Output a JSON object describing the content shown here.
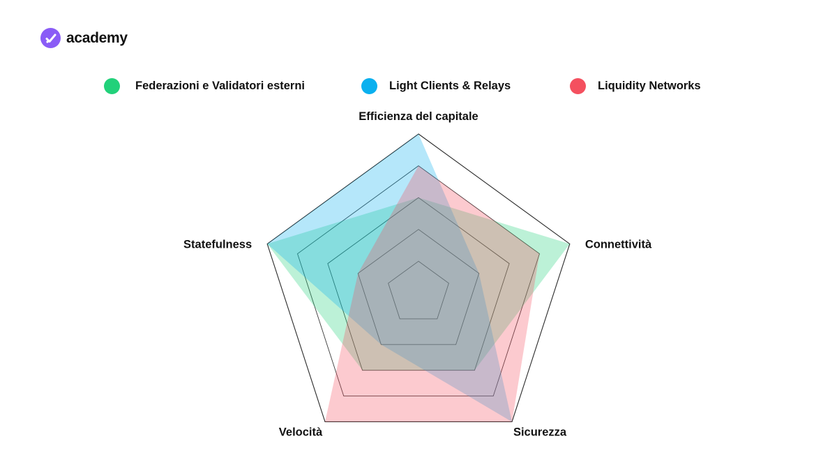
{
  "brand": {
    "name": "academy",
    "logo_color": "#8a5cf6"
  },
  "chart_data": {
    "type": "radar",
    "axes": [
      "Efficienza del capitale",
      "Connettività",
      "Sicurezza",
      "Velocità",
      "Statefulness"
    ],
    "rlim": [
      0,
      5
    ],
    "rings": 5,
    "grid": true,
    "legend_position": "top",
    "series": [
      {
        "name": "Federazioni e Validatori esterni",
        "color": "#22d17a",
        "values": [
          3,
          5,
          3,
          3,
          5
        ]
      },
      {
        "name": "Light Clients & Relays",
        "color": "#0ab0ef",
        "values": [
          5,
          2,
          5,
          2,
          5
        ]
      },
      {
        "name": "Liquidity Networks",
        "color": "#f4505f",
        "values": [
          4,
          4,
          5,
          5,
          2
        ]
      }
    ]
  }
}
